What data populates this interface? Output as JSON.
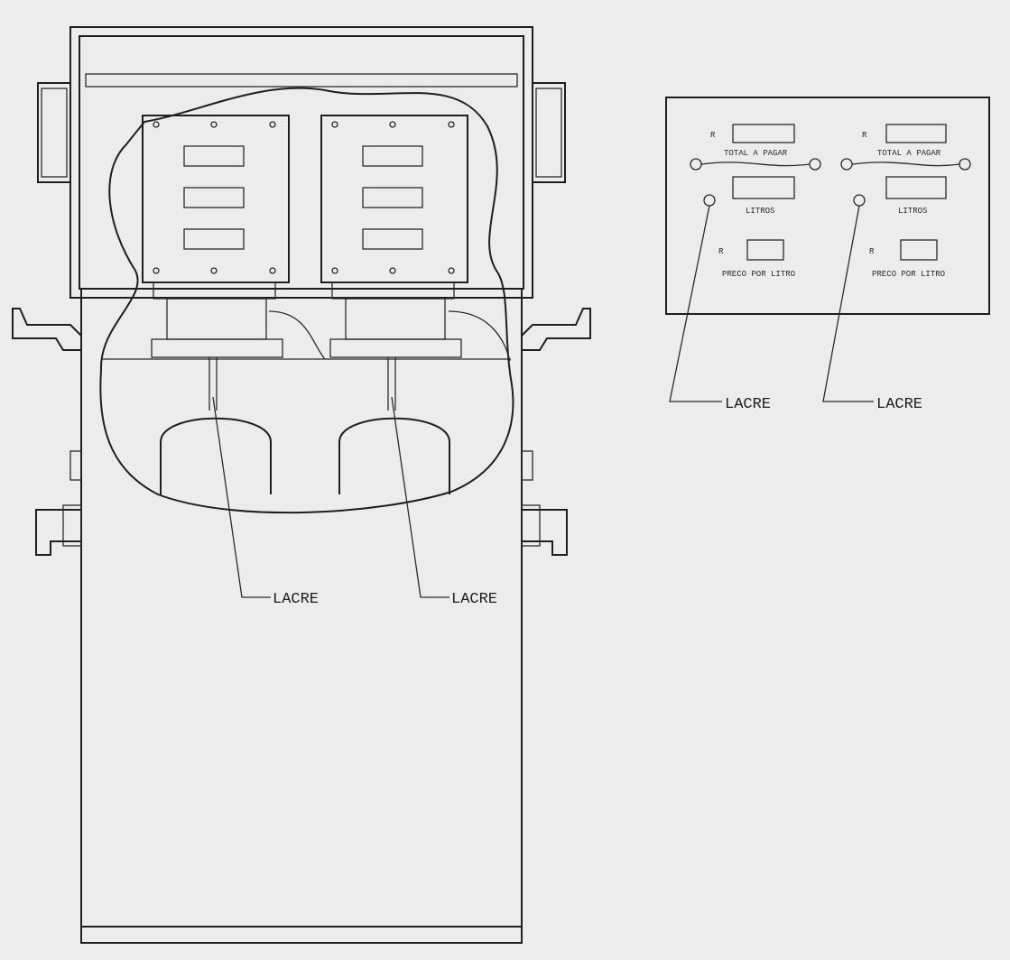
{
  "seal_label": "LACRE",
  "panel": {
    "currency_symbol": "R",
    "total_label": "TOTAL A PAGAR",
    "liters_label": "LITROS",
    "price_label": "PRECO POR LITRO"
  }
}
